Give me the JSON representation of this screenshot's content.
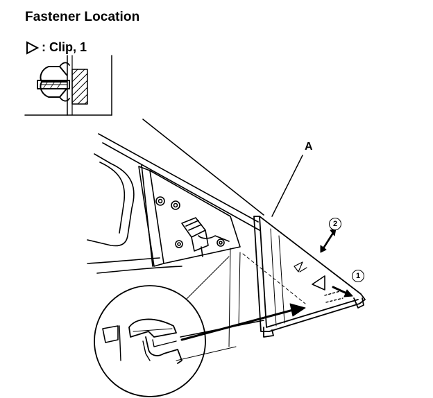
{
  "header": {
    "title": "Fastener Location"
  },
  "legend": {
    "symbol": "triangle-outline-icon",
    "text": ": Clip, 1"
  },
  "callouts": {
    "part_label": "A",
    "step_1": "1",
    "step_2": "2"
  },
  "colors": {
    "ink": "#000000",
    "background": "#ffffff"
  }
}
